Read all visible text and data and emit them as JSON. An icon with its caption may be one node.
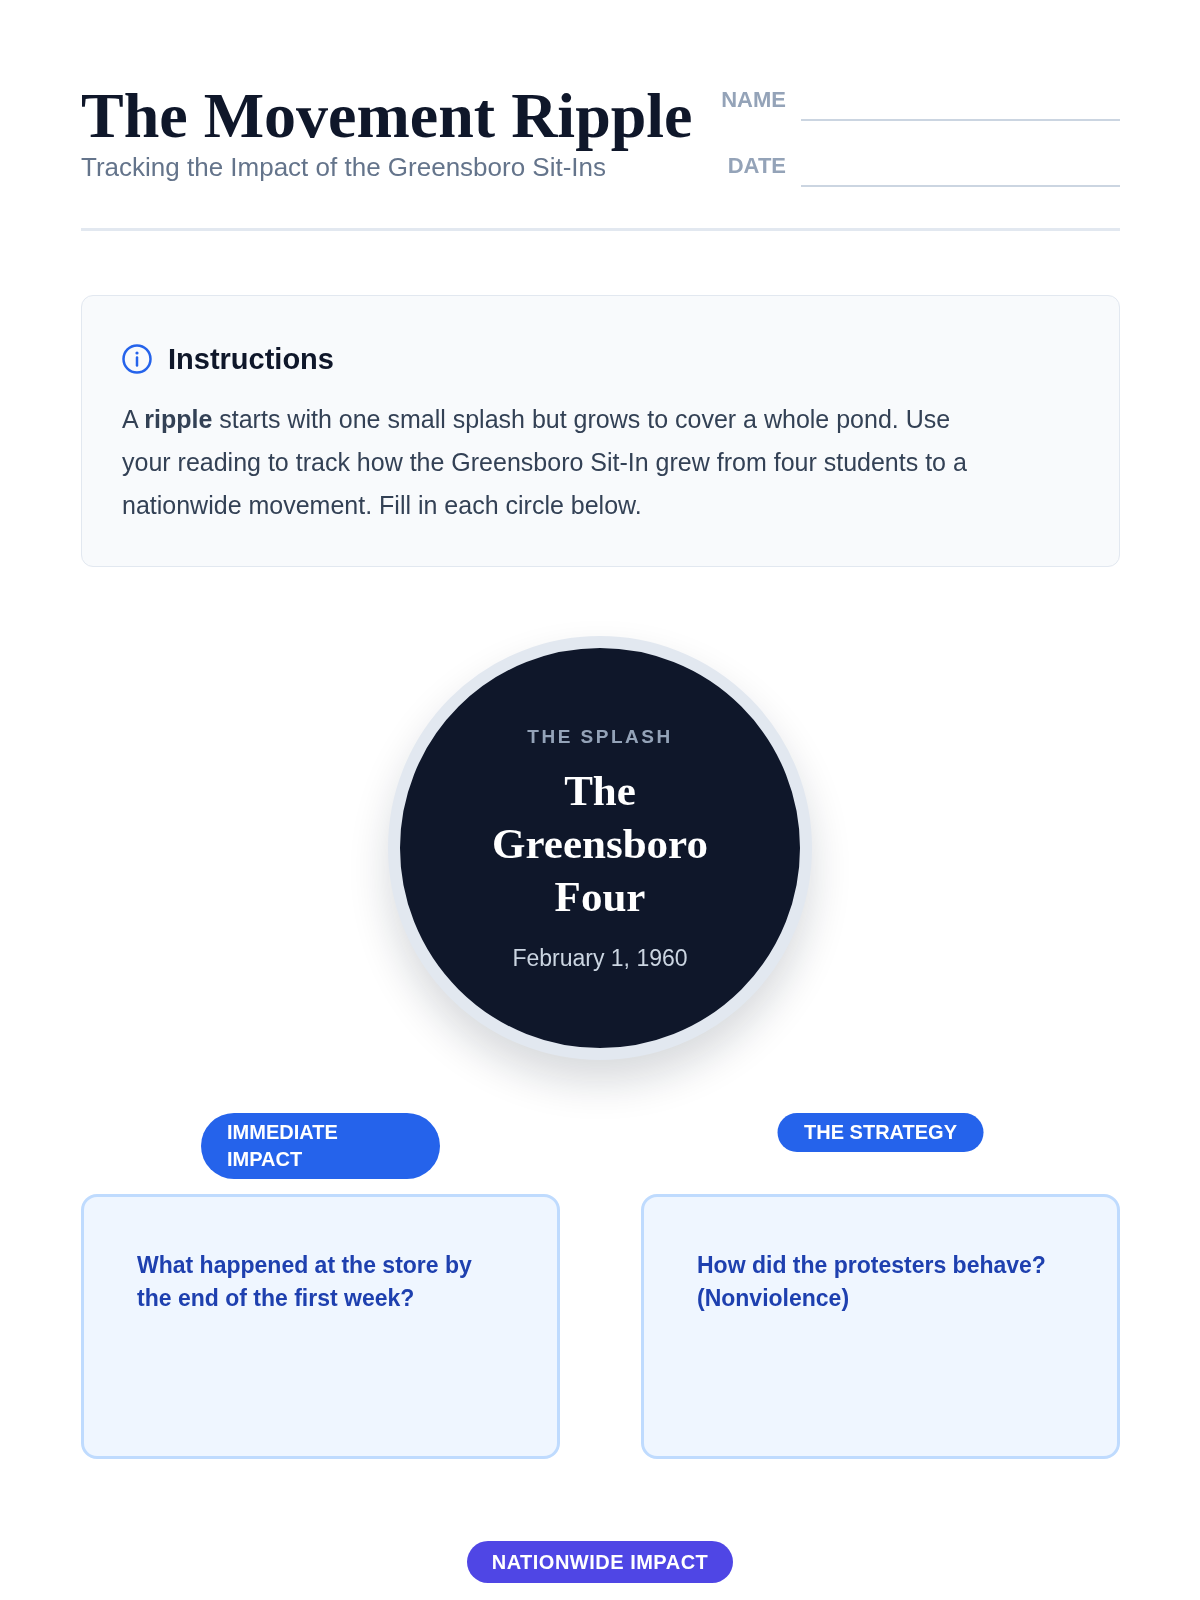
{
  "diagram": {
    "title": "The Movement Ripple",
    "labels": [
      "Tracking the Impact of the Greensboro Sit-Ins",
      "NAME",
      "DATE"
    ],
    "nodes": [
      {
        "text": [
          "Instructions",
          "A **ripple** starts with one small splash but grows to cover a whole pond. Use your reading to track how the Greensboro Sit-In grew from four students to a nationwide movement. Fill in each circle below."
        ]
      },
      {
        "text": [
          "THE SPLASH",
          "The Greensboro Four",
          "February 1, 1960"
        ]
      },
      {
        "text": [
          "IMMEDIATE IMPACT",
          "What happened at the store by the end of the first week?"
        ]
      },
      {
        "text": [
          "THE STRATEGY",
          "How did the protesters behave? (Nonviolence)"
        ]
      },
      {
        "text": [
          "NATIONWIDE IMPACT"
        ]
      }
    ]
  }
}
